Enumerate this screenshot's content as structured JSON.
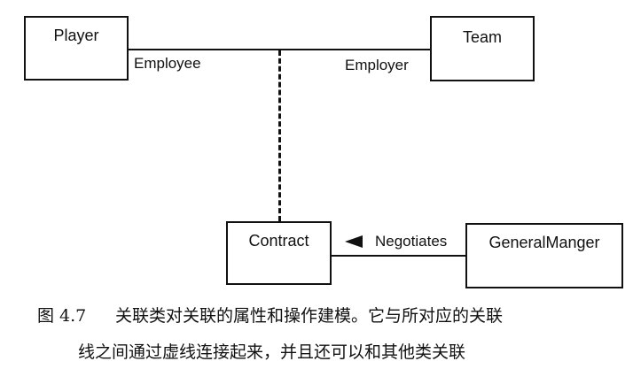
{
  "diagram": {
    "classes": {
      "player": "Player",
      "team": "Team",
      "contract": "Contract",
      "general_manager": "GeneralManger"
    },
    "roles": {
      "employee": "Employee",
      "employer": "Employer"
    },
    "association": {
      "negotiates": "Negotiates"
    }
  },
  "caption": {
    "line1_number": "图 4.7",
    "line1_text": "关联类对关联的属性和操作建模。它与所对应的关联",
    "line2_text": "线之间通过虚线连接起来，并且还可以和其他类关联"
  }
}
